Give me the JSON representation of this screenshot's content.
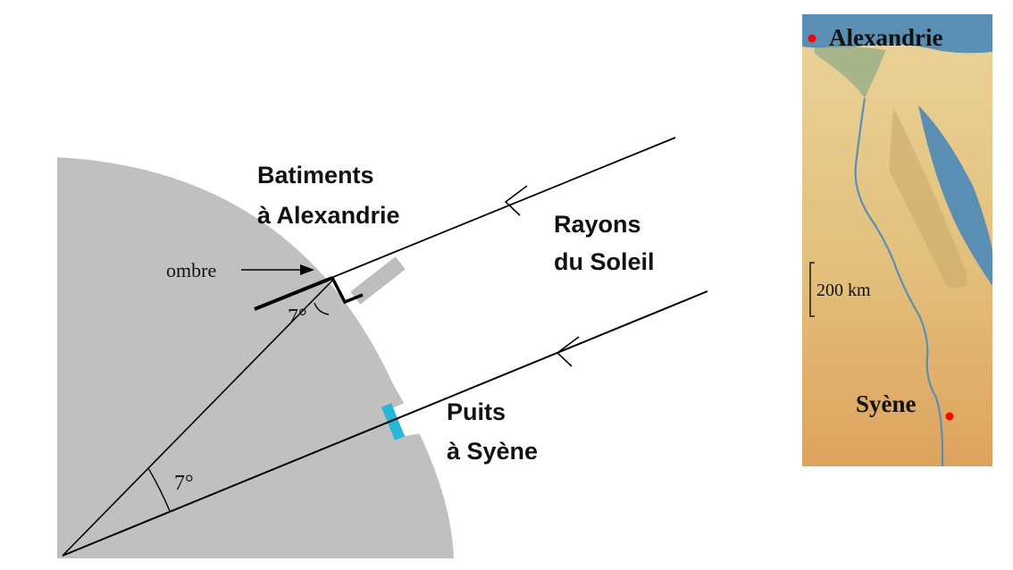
{
  "diagram": {
    "buildings_label": {
      "line1": "Batiments",
      "line2": "à Alexandrie"
    },
    "sun_rays_label": {
      "line1": "Rayons",
      "line2": "du Soleil"
    },
    "shadow_label": "ombre",
    "well_label": {
      "line1": "Puits",
      "line2": "à Syène"
    },
    "angle_top_label": "7°",
    "angle_center_label": "7°"
  },
  "map": {
    "city_north": "Alexandrie",
    "city_south": "Syène",
    "scale_label": "200 km"
  },
  "colors": {
    "earth": "#c0c0c0",
    "well": "#29b6d6",
    "building": "#bdbdbd",
    "ray": "#000000",
    "city_dot": "#ff0000",
    "sea": "#5a8fb3",
    "desert": "#e0b574"
  }
}
